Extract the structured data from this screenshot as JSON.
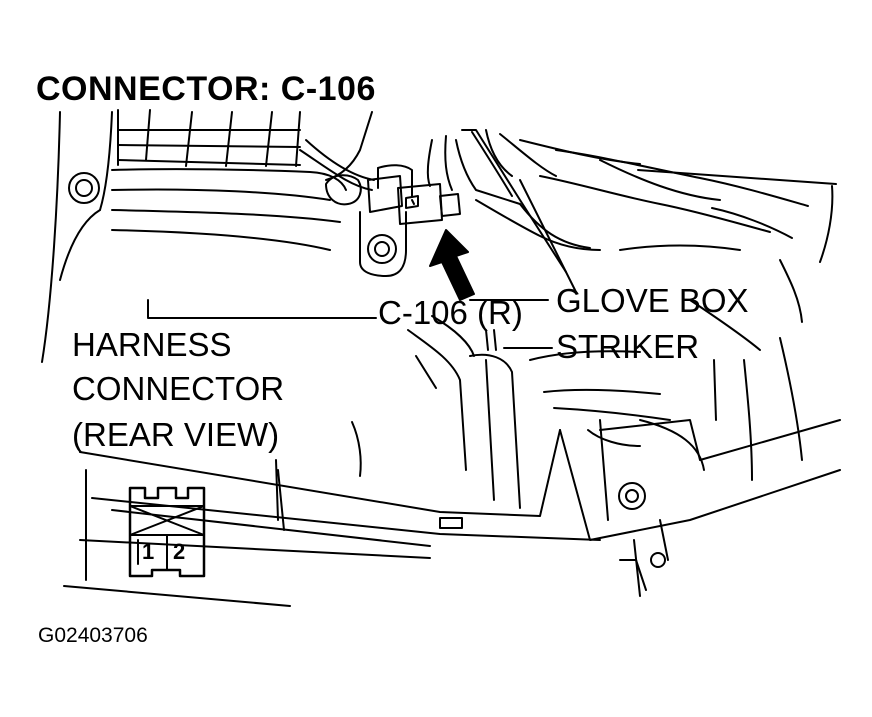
{
  "diagram": {
    "title": "CONNECTOR: C-106",
    "labels": {
      "connector_callout": "C-106 (R)",
      "harness_line1": "HARNESS",
      "harness_line2": "CONNECTOR",
      "harness_line3": "(REAR VIEW)",
      "glove_line1": "GLOVE BOX",
      "glove_line2": "STRIKER"
    },
    "connector_face": {
      "pins": [
        "1",
        "2"
      ]
    },
    "figure_id": "G02403706"
  }
}
